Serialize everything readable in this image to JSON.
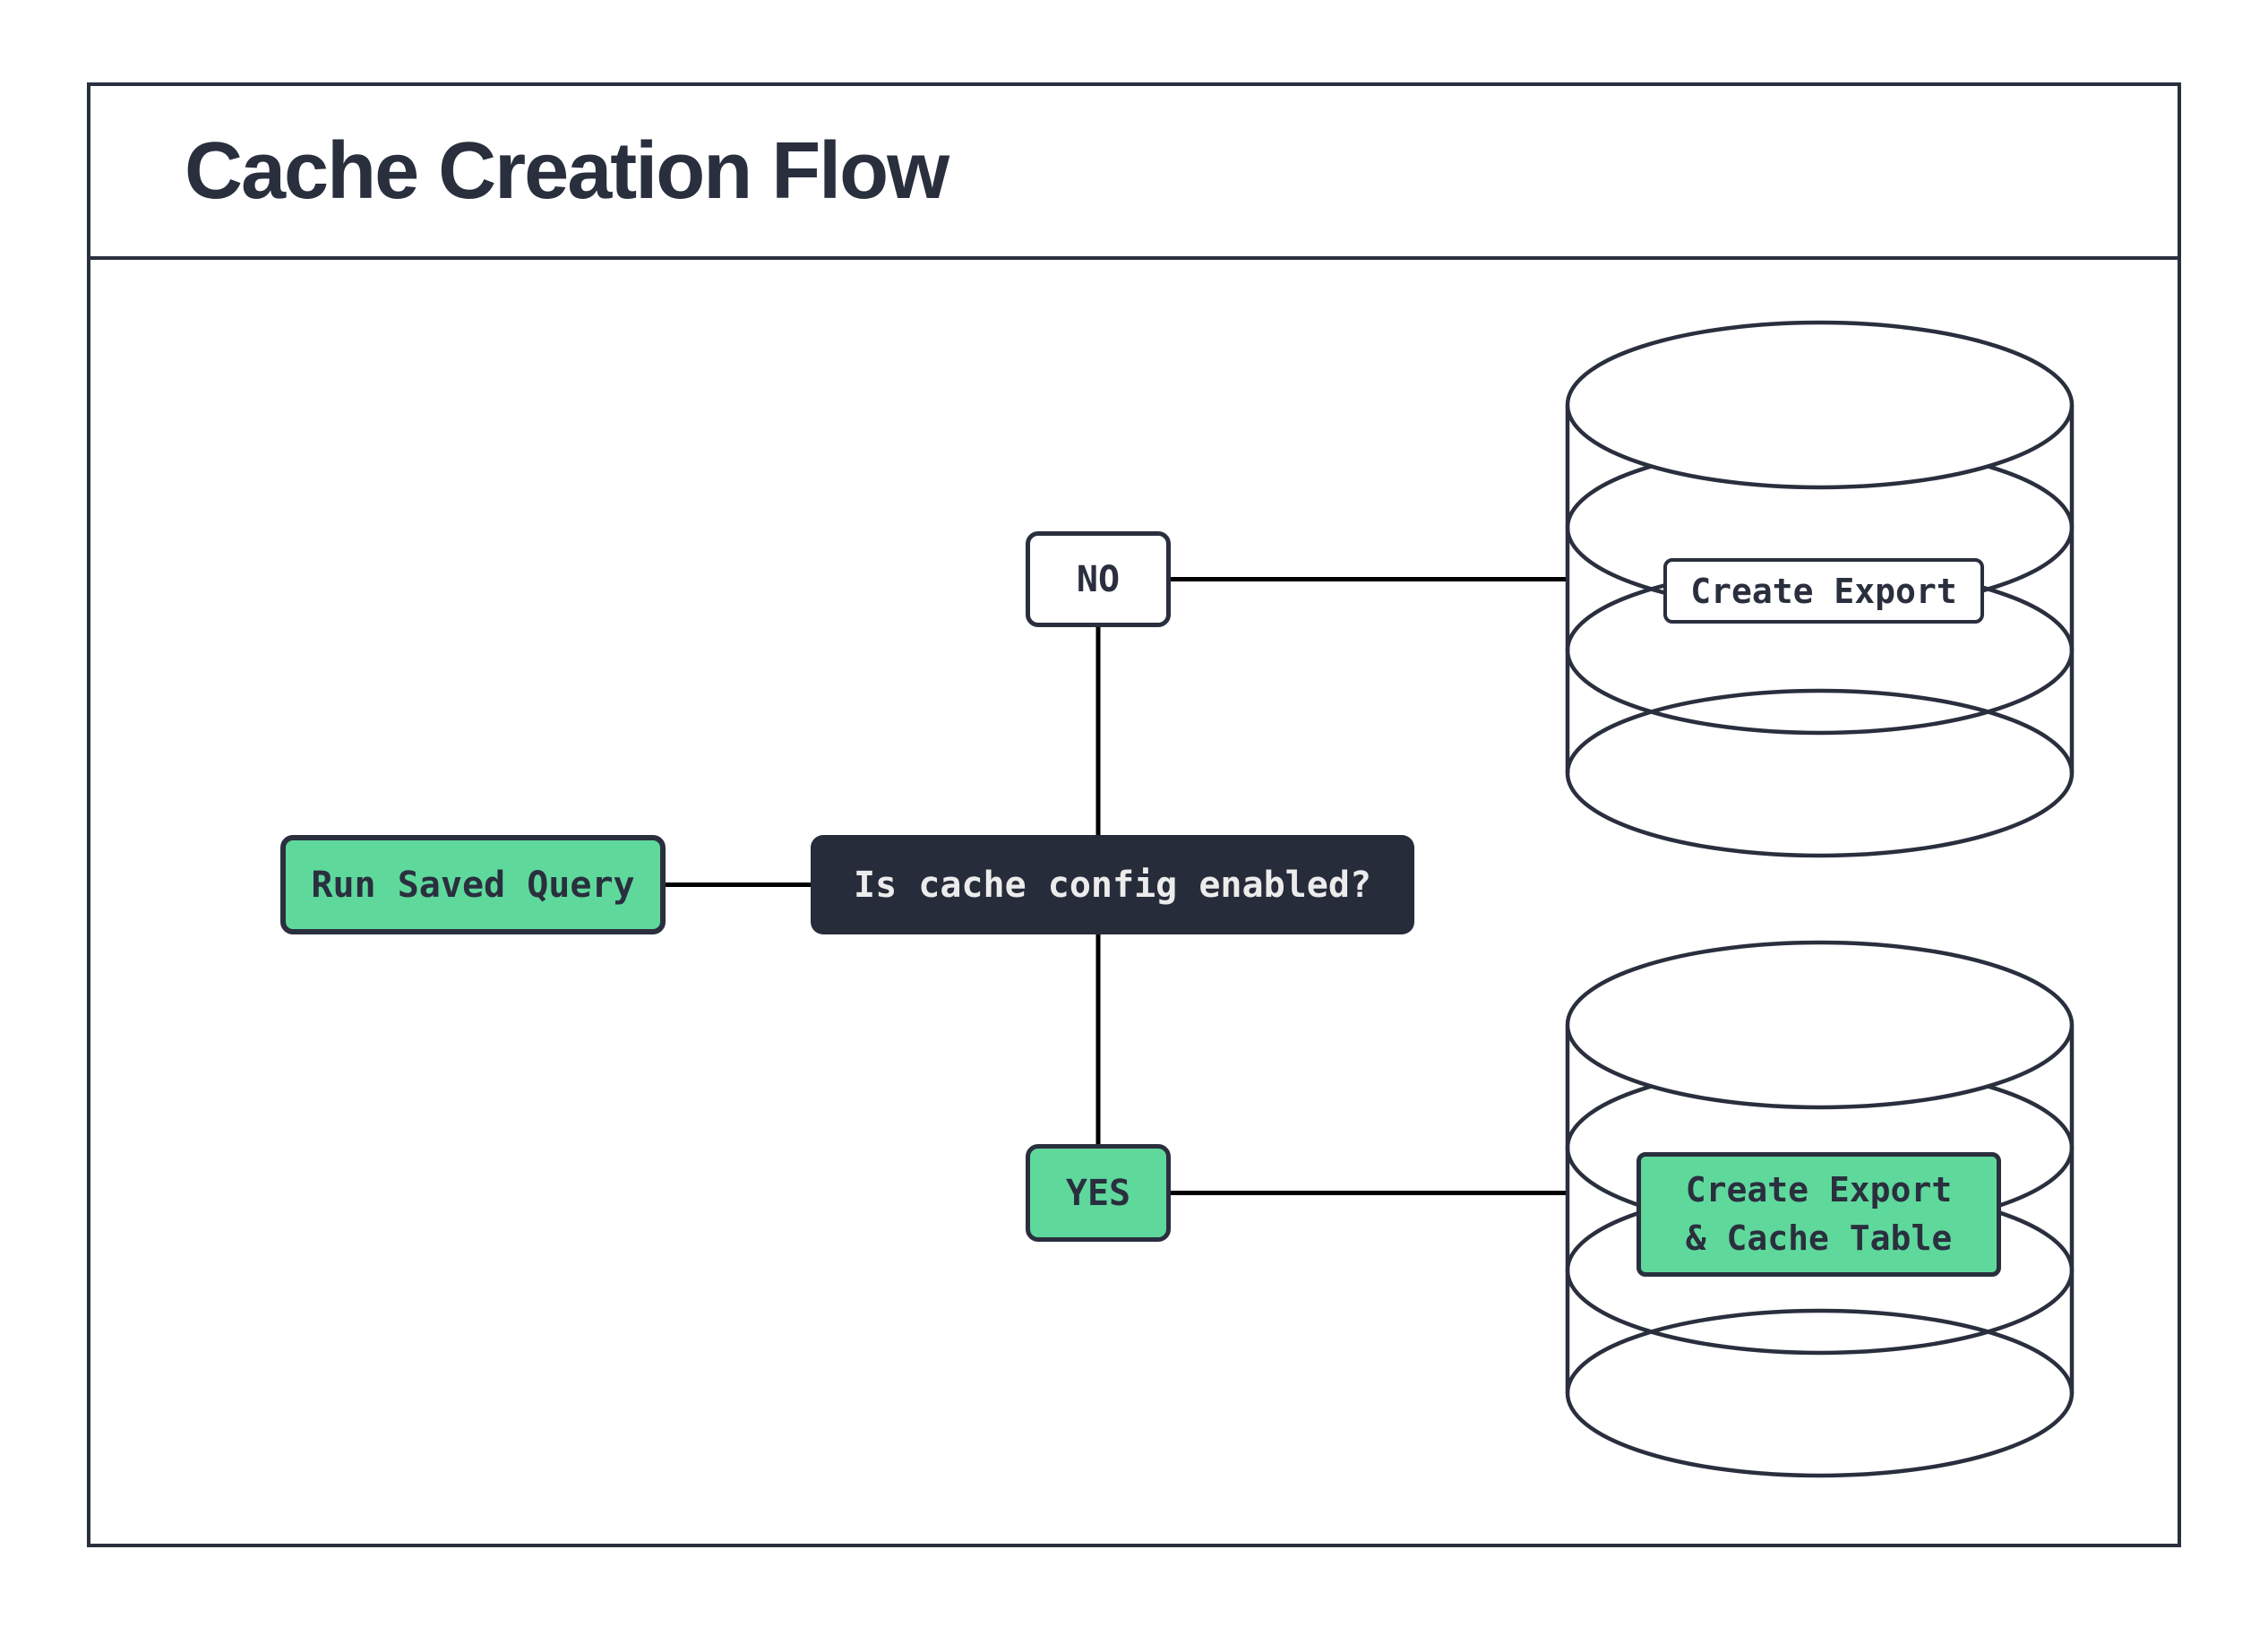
{
  "header": {
    "title": "Cache Creation Flow"
  },
  "nodes": {
    "start": {
      "label": "Run Saved Query"
    },
    "decision": {
      "label": "Is cache config enabled?"
    },
    "no": {
      "label": "NO"
    },
    "yes": {
      "label": "YES"
    },
    "export": {
      "label": "Create Export"
    },
    "export_cache": {
      "label": "Create Export\n& Cache Table"
    }
  },
  "colors": {
    "ink": "#2a2f3e",
    "accent_green": "#5fd89c",
    "decision_bg": "#272c3a",
    "connector": "#000000",
    "light_text": "#ececec",
    "background": "#ffffff"
  }
}
